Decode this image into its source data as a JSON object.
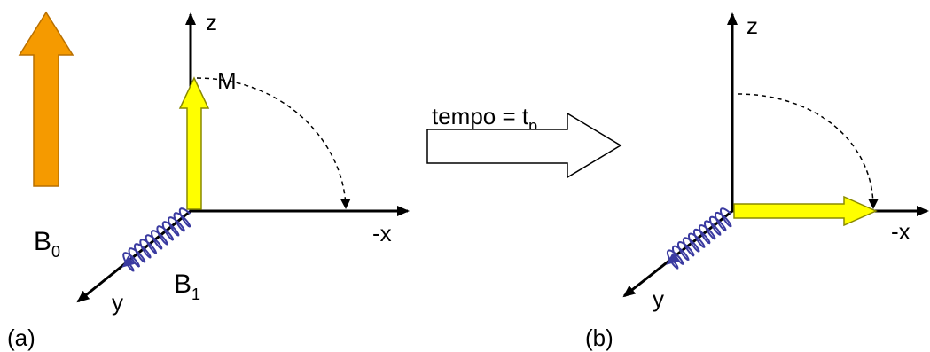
{
  "colors": {
    "b0_arrow": "#f59a00",
    "b0_arrow_edge": "#b86f00",
    "magnetization": "#ffff00",
    "magnetization_edge": "#8a8a00",
    "coil": "#3a3aa0",
    "axes": "#000000",
    "background": "#ffffff"
  },
  "panel_a": {
    "caption": "(a)",
    "field_b0": {
      "letter": "B",
      "subscript": "0"
    },
    "field_b1": {
      "letter": "B",
      "subscript": "1"
    },
    "axis_z": "z",
    "axis_x": "-x",
    "axis_y": "y",
    "magnetization_label": "M"
  },
  "transition": {
    "label_prefix": "tempo = t",
    "label_subscript": "p"
  },
  "panel_b": {
    "caption": "(b)",
    "axis_z": "z",
    "axis_x": "-x",
    "axis_y": "y"
  }
}
